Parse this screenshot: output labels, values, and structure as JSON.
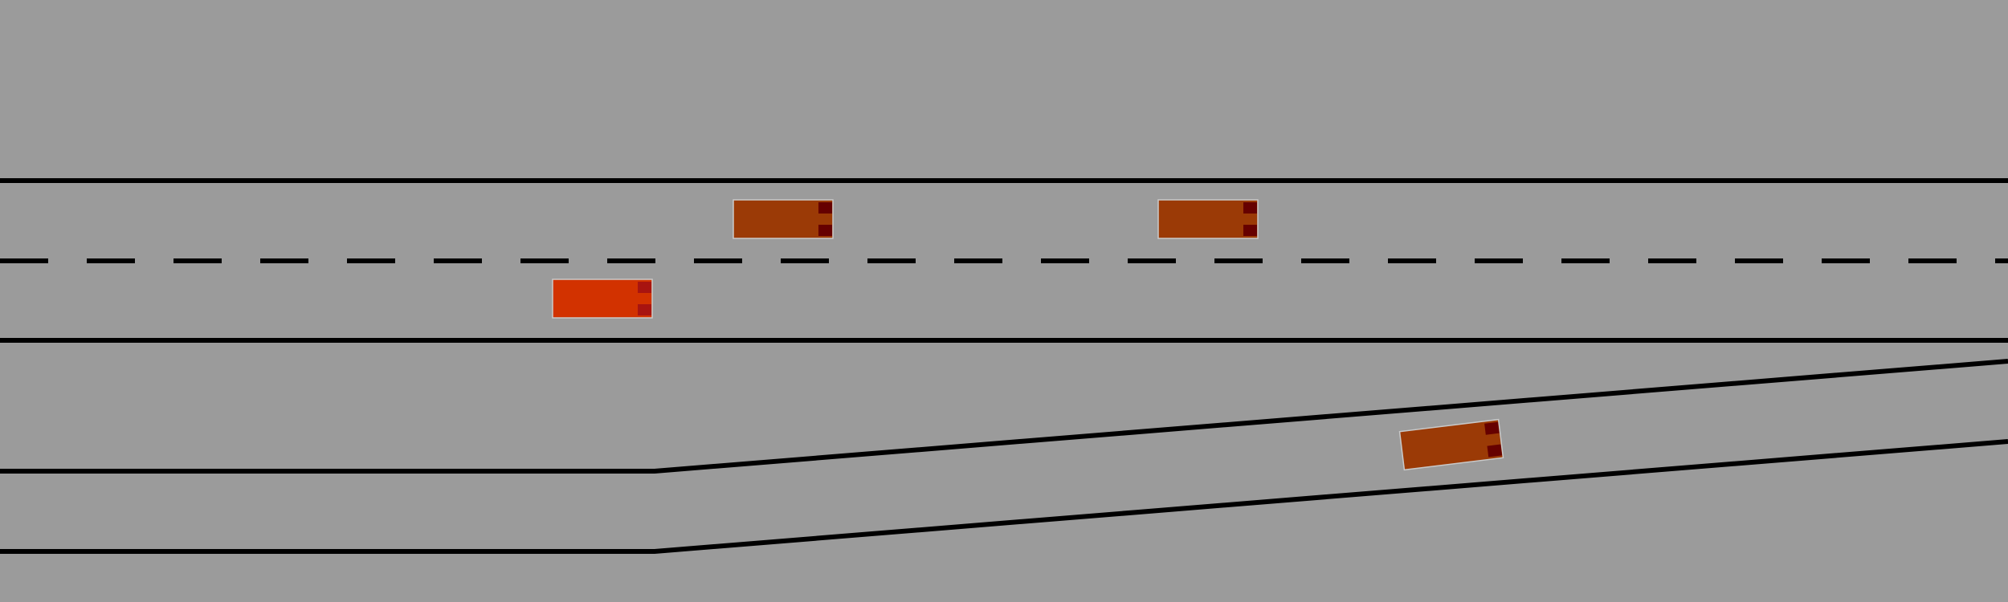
{
  "colors": {
    "background": "#9b9b9b",
    "lane_line": "#000000",
    "ego_vehicle": "#d23200",
    "other_vehicle": "#9b3a06",
    "ego_tail_light": "#a81410",
    "other_tail_light": "#660000",
    "vehicle_outline": "#c9c9c9"
  },
  "road": {
    "main_lanes": 2,
    "merging_lanes": 1,
    "lane_marking": "dashed-center"
  },
  "vehicles": [
    {
      "role": "ego",
      "lane": "main-right"
    },
    {
      "role": "other",
      "lane": "main-left"
    },
    {
      "role": "other",
      "lane": "main-left"
    },
    {
      "role": "other",
      "lane": "merge-ramp"
    }
  ]
}
